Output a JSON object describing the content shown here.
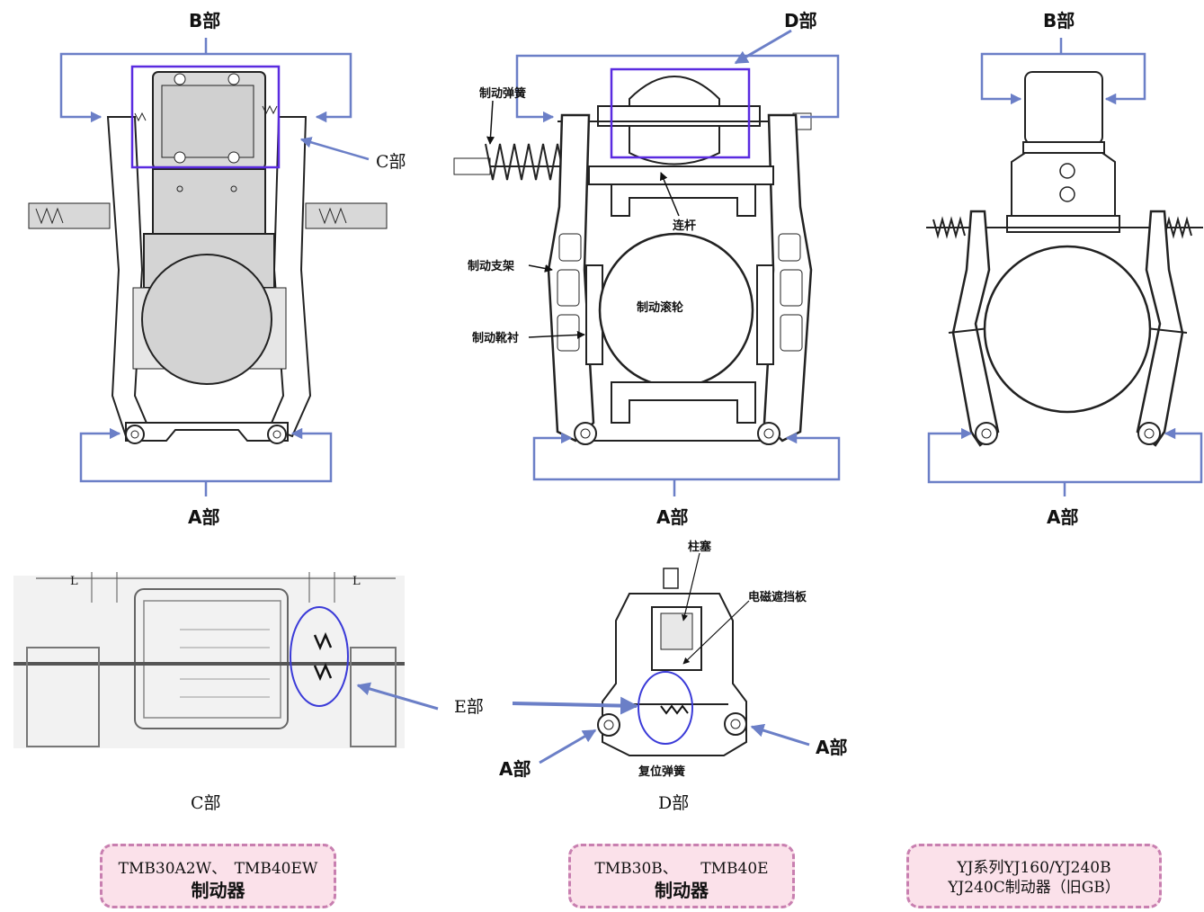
{
  "colors": {
    "bracket": "#6b7fc7",
    "highlight_box": "#5a2be0",
    "ellipse": "#3b3bd8",
    "label_box_fill": "#fbe1ea",
    "label_box_border": "#c87fb0"
  },
  "diagram1": {
    "label_top": "B部",
    "label_bottom": "A部",
    "label_side": "C部"
  },
  "diagram2": {
    "label_top": "D部",
    "label_bottom": "A部",
    "parts": {
      "spring": "制动弹簧",
      "link": "连杆",
      "bracket": "制动支架",
      "wheel": "制动滚轮",
      "shoe": "制动靴衬"
    }
  },
  "diagram3": {
    "label_top": "B部",
    "label_bottom": "A部"
  },
  "detail_c": {
    "caption": "C部",
    "dim_left": "L",
    "dim_right": "L"
  },
  "detail_e": {
    "label": "E部"
  },
  "detail_d": {
    "caption": "D部",
    "plunger": "柱塞",
    "shield": "电磁遮挡板",
    "return_spring": "复位弹簧",
    "label_a_left": "A部",
    "label_a_right": "A部"
  },
  "boxes": [
    {
      "line1": "TMB30A2W、　TMB40EW",
      "line2": "制动器"
    },
    {
      "line1": "TMB30B、　　TMB40E",
      "line2": "制动器"
    },
    {
      "line1": "YJ系列YJ160/YJ240B",
      "line2": "YJ240C制动器（旧GB）"
    }
  ]
}
